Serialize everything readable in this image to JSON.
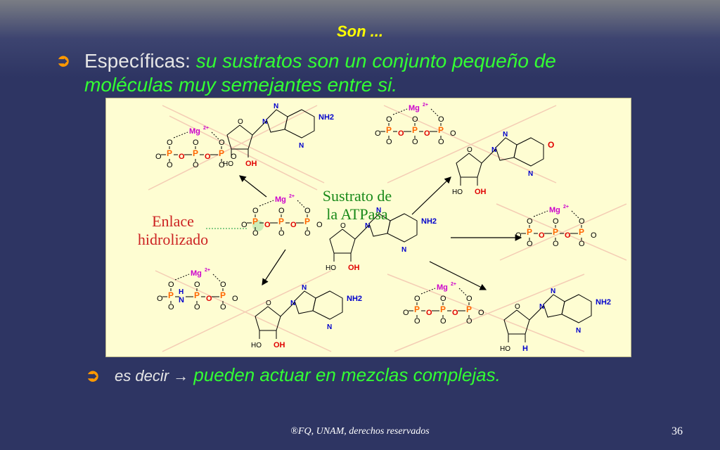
{
  "slide": {
    "title": "Son ...",
    "bullet1_lead": "Específicas:",
    "bullet1_text": "su sustratos son un conjunto pequeño de moléculas muy semejantes entre si.",
    "bullet2_lead": "es decir →",
    "bullet2_text": "pueden actuar en mezclas complejas.",
    "footer": "®FQ, UNAM, derechos reservados",
    "page_number": "36"
  },
  "figure": {
    "center_label_line1": "Sustrato de",
    "center_label_line2": "la ATPasa",
    "bond_label_line1": "Enlace",
    "bond_label_line2": "hidrolizado",
    "mg": "Mg",
    "mg_charge": "2+",
    "nh2": "NH2",
    "oh": "OH",
    "ho": "HO",
    "o": "O",
    "p": "P",
    "h": "H",
    "n": "N"
  },
  "colors": {
    "title": "#ffff00",
    "highlight": "#33ff33",
    "bullet_arrow": "#ff9900",
    "figure_bg": "#fefdd2",
    "phosphorus": "#ff6600",
    "oxygen_red": "#e00000",
    "nitrogen_blue": "#0000cc",
    "magnesium": "#cc00cc",
    "label_green": "#1a8a1a",
    "label_red": "#cc2222"
  }
}
